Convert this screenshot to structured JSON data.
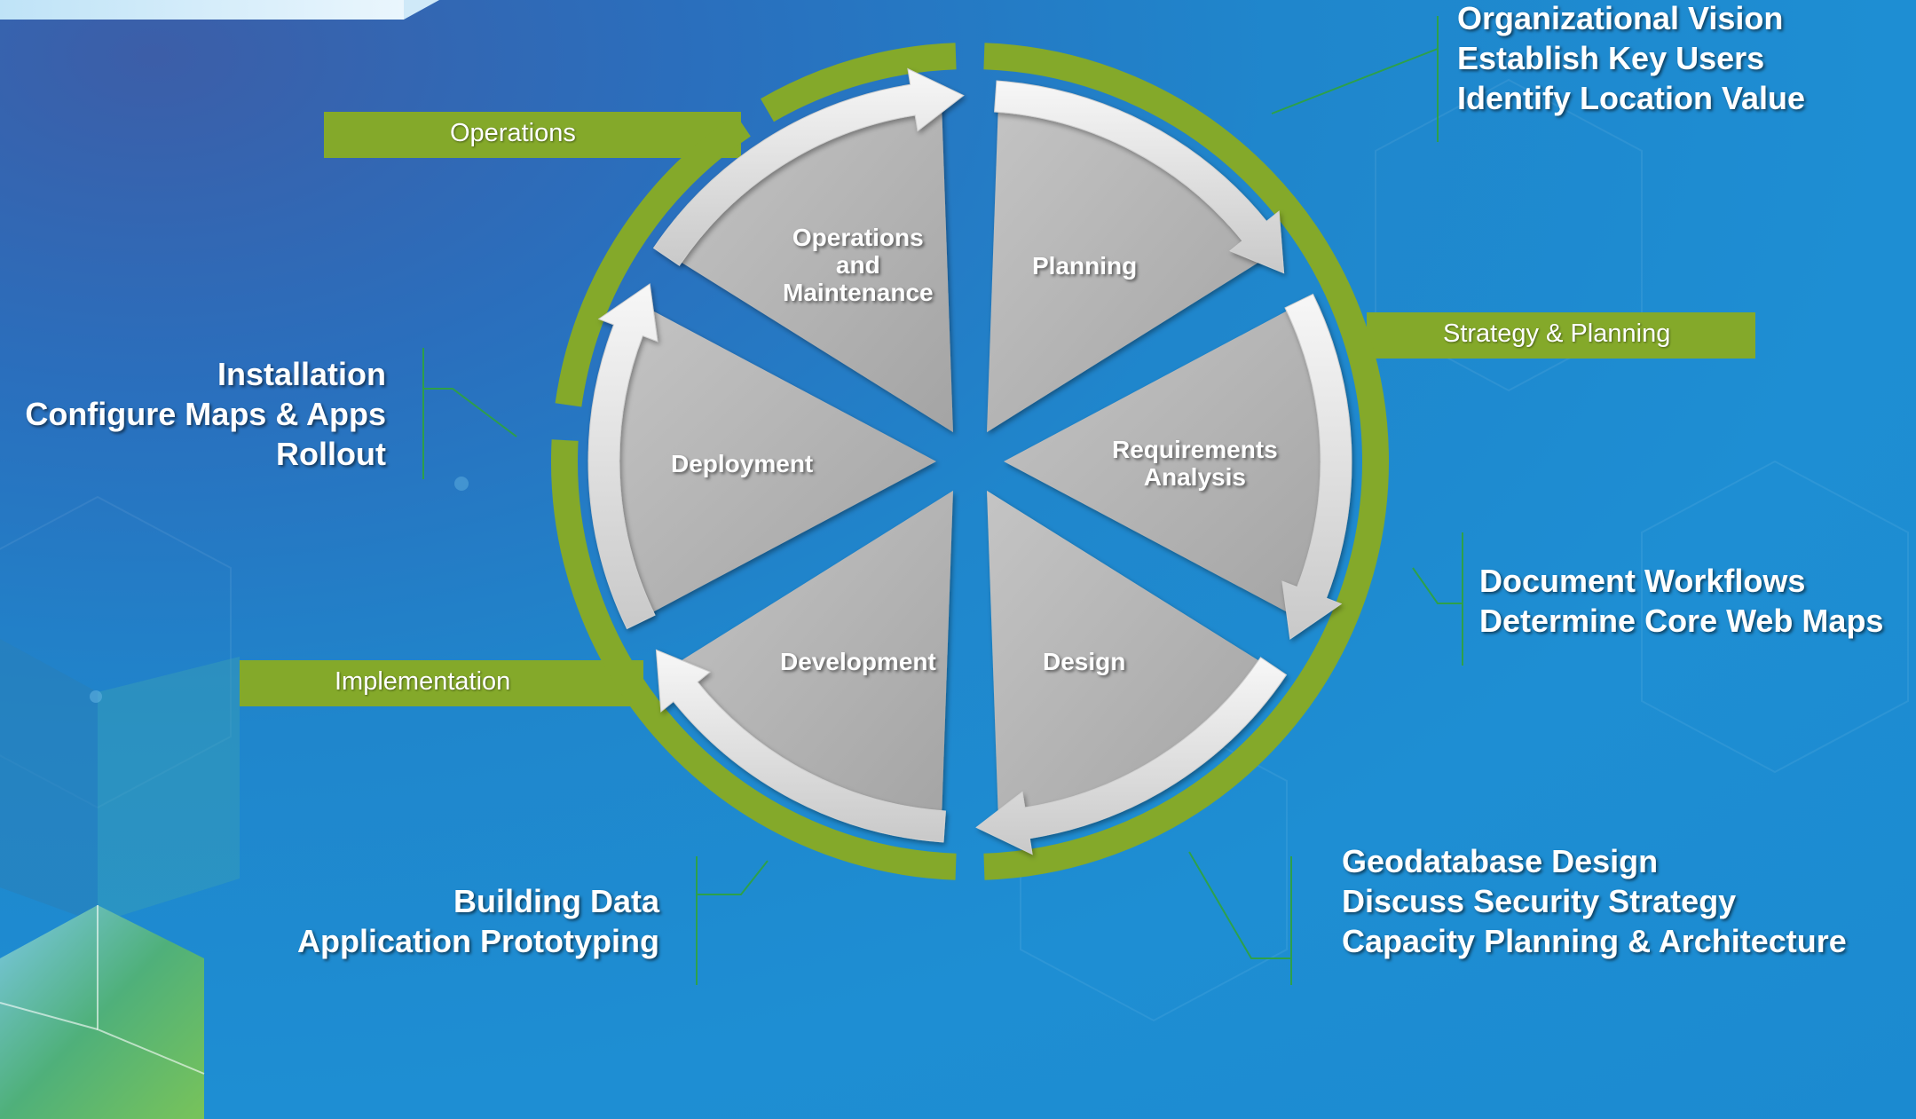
{
  "diagram": {
    "phases": {
      "operations": "Operations",
      "strategy": "Strategy & Planning",
      "implementation": "Implementation"
    },
    "segments": {
      "planning": "Planning",
      "requirements": [
        "Requirements",
        "Analysis"
      ],
      "design": "Design",
      "development": "Development",
      "deployment": "Deployment",
      "operations_maintenance": [
        "Operations",
        "and",
        "Maintenance"
      ]
    },
    "notes": {
      "planning": [
        "Organizational Vision",
        "Establish Key Users",
        "Identify Location Value"
      ],
      "requirements": [
        "Document Workflows",
        "Determine Core Web Maps"
      ],
      "design": [
        "Geodatabase Design",
        "Discuss Security Strategy",
        "Capacity Planning  & Architecture"
      ],
      "development": [
        "Building Data",
        "Application Prototyping"
      ],
      "deployment": [
        "Installation",
        "Configure Maps & Apps",
        "Rollout"
      ]
    },
    "colors": {
      "background": "#1e8ed3",
      "ring": "#84a92a",
      "wedge": "#b0b0b0",
      "arrow": "#e4e4e4",
      "text": "#ffffff"
    }
  }
}
